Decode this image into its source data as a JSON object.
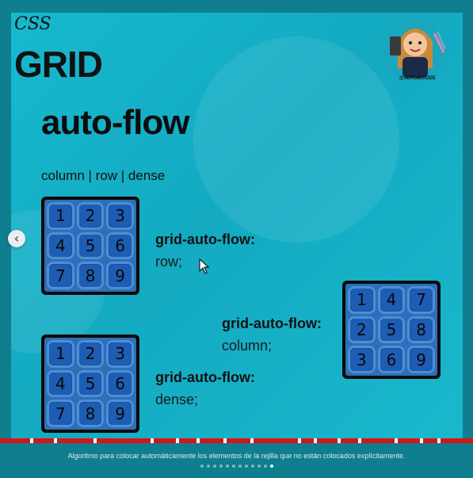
{
  "slide": {
    "css_label": "CSS",
    "grid_title": "GRID",
    "main_title": "auto-flow",
    "subtitle": "column | row | dense",
    "avatar_caption": "@SERGIECODE"
  },
  "examples": [
    {
      "property": "grid-auto-flow:",
      "value": "row;",
      "cells": [
        "1",
        "2",
        "3",
        "4",
        "5",
        "6",
        "7",
        "8",
        "9"
      ]
    },
    {
      "property": "grid-auto-flow:",
      "value": "column;",
      "cells": [
        "1",
        "4",
        "7",
        "2",
        "5",
        "8",
        "3",
        "6",
        "9"
      ]
    },
    {
      "property": "grid-auto-flow:",
      "value": "dense;",
      "cells": [
        "1",
        "2",
        "3",
        "4",
        "5",
        "6",
        "7",
        "8",
        "9"
      ]
    }
  ],
  "controls": {
    "prev_glyph": "‹"
  },
  "caption": "Algoritmo para colocar automáticamente los elementos de la rejilla que no están colocados explícitamente.",
  "dots_count": 12,
  "active_dot": 11,
  "colors": {
    "slide_bg": "#17b9cf",
    "grid_bg": "#2d6fb8",
    "progress": "#d61414"
  }
}
